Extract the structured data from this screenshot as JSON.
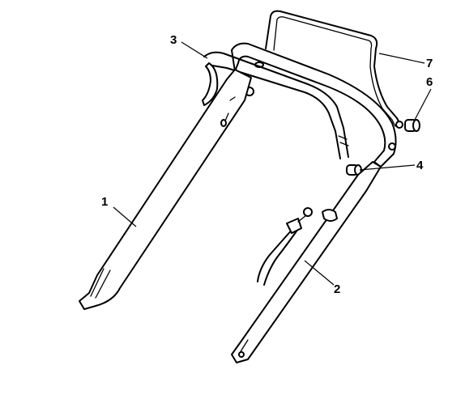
{
  "callouts": [
    {
      "id": "1",
      "label": "1"
    },
    {
      "id": "2",
      "label": "2"
    },
    {
      "id": "3",
      "label": "3"
    },
    {
      "id": "4",
      "label": "4"
    },
    {
      "id": "6",
      "label": "6"
    },
    {
      "id": "7",
      "label": "7"
    }
  ]
}
